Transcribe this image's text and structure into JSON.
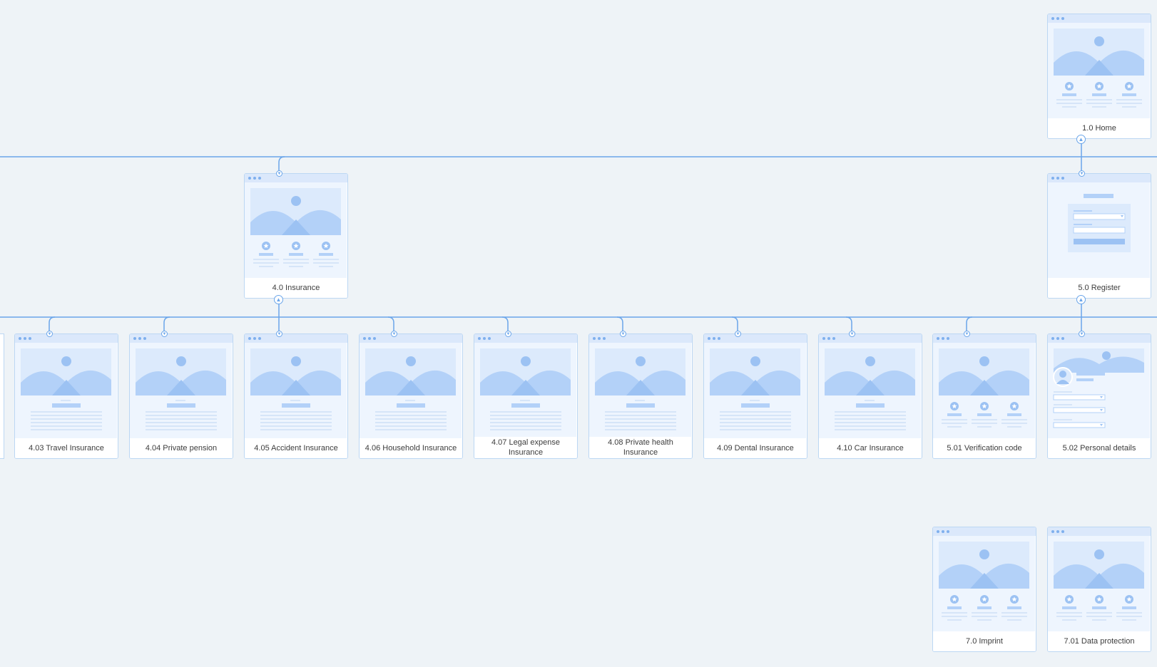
{
  "colors": {
    "background": "#eef3f7",
    "line": "#6aa5ea",
    "card_border": "#bcd7f3",
    "shape": "#b3d1f8"
  },
  "pages": {
    "home": {
      "label": "1.0 Home",
      "template": "landing"
    },
    "insurance": {
      "label": "4.0 Insurance",
      "template": "landing"
    },
    "register": {
      "label": "5.0 Register",
      "template": "form"
    },
    "travel": {
      "label": "4.03 Travel Insurance",
      "template": "article"
    },
    "pension": {
      "label": "4.04 Private pension",
      "template": "article"
    },
    "accident": {
      "label": "4.05 Accident Insurance",
      "template": "article"
    },
    "household": {
      "label": "4.06 Household Insurance",
      "template": "article"
    },
    "legal": {
      "label": "4.07 Legal expense Insurance",
      "template": "article"
    },
    "health": {
      "label": "4.08 Private health Insurance",
      "template": "article"
    },
    "dental": {
      "label": "4.09 Dental Insurance",
      "template": "article"
    },
    "car": {
      "label": "4.10 Car Insurance",
      "template": "article"
    },
    "verification": {
      "label": "5.01 Verification code",
      "template": "landing"
    },
    "personal": {
      "label": "5.02 Personal details",
      "template": "profile"
    },
    "imprint": {
      "label": "7.0 Imprint",
      "template": "landing"
    },
    "dataprotection": {
      "label": "7.01 Data protection",
      "template": "landing"
    }
  },
  "icons": {
    "collapse": "chevron-up-icon",
    "expand": "chevron-down-icon",
    "window_dots": "window-dots-icon"
  }
}
